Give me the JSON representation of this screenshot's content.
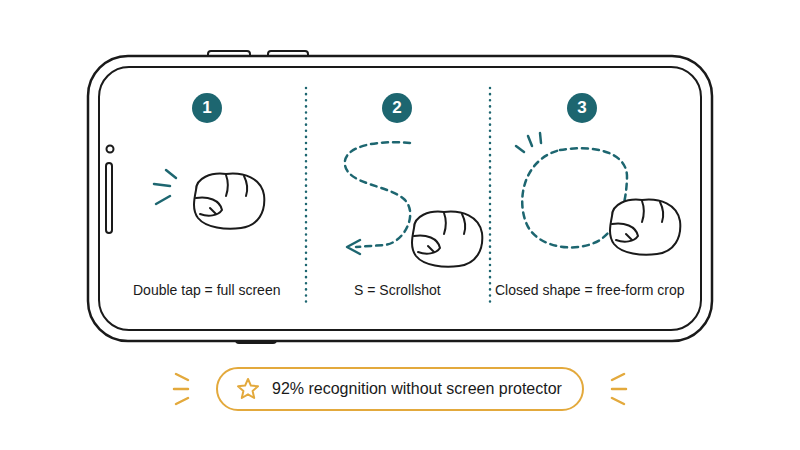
{
  "diagram": {
    "nodes": [
      {
        "text": [
          "1"
        ]
      },
      {
        "text": [
          "2"
        ]
      },
      {
        "text": [
          "3"
        ]
      },
      {
        "text": [
          "92% recognition without screen protector"
        ]
      }
    ],
    "labels": [
      "Double tap = full screen",
      "S = Scrollshot",
      "Closed shape = free-form crop"
    ]
  }
}
